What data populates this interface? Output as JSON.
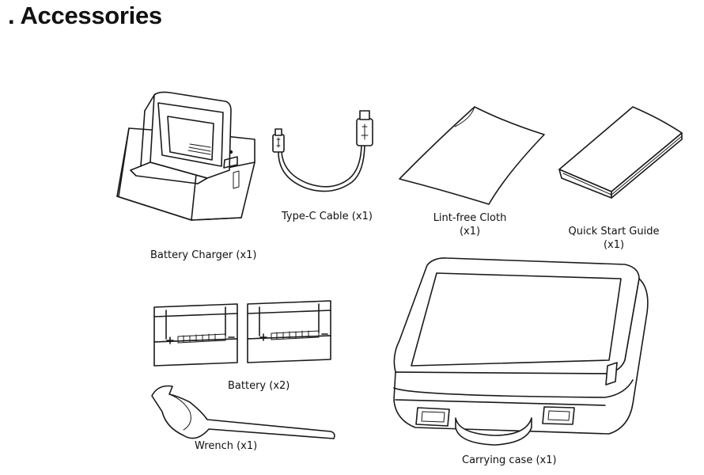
{
  "title": ". Accessories",
  "items": {
    "battery_charger": {
      "label": "Battery Charger  (x1)"
    },
    "type_c_cable": {
      "label": "Type-C Cable (x1)"
    },
    "lint_free_cloth": {
      "label": "Lint-free Cloth",
      "qty": "(x1)"
    },
    "quick_start_guide": {
      "label": "Quick Start Guide",
      "qty": "(x1)"
    },
    "battery": {
      "label": "Battery  (x2)"
    },
    "wrench": {
      "label": "Wrench (x1)"
    },
    "carrying_case": {
      "label": "Carrying case (x1)"
    }
  }
}
